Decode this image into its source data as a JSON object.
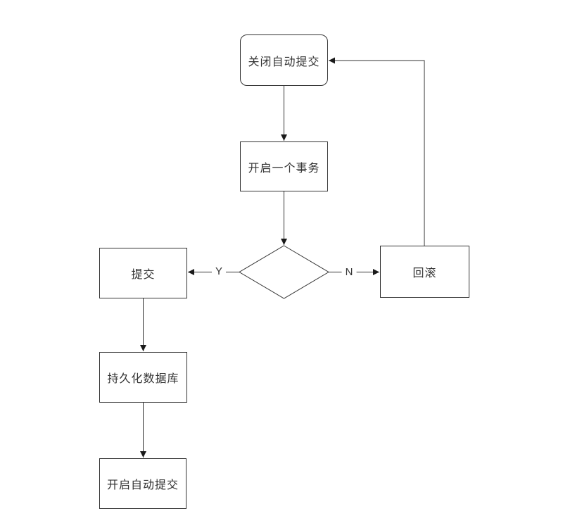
{
  "diagram": {
    "title": "transaction-commit-flowchart",
    "colors": {
      "background": "#ffffff",
      "stroke": "#333333",
      "text": "#333333",
      "arrowhead": "#1a1a1a"
    },
    "nodes": [
      {
        "id": "close-autocommit",
        "shape": "rounded-rect",
        "label": "关闭自动提交"
      },
      {
        "id": "begin-transaction",
        "shape": "rect",
        "label": "开启一个事务"
      },
      {
        "id": "decision",
        "shape": "diamond",
        "label": ""
      },
      {
        "id": "commit",
        "shape": "rect",
        "label": "提交"
      },
      {
        "id": "rollback",
        "shape": "rect",
        "label": "回滚"
      },
      {
        "id": "persist-database",
        "shape": "rect",
        "label": "持久化数据库"
      },
      {
        "id": "enable-autocommit",
        "shape": "rect",
        "label": "开启自动提交"
      }
    ],
    "edges": [
      {
        "from": "close-autocommit",
        "to": "begin-transaction",
        "label": ""
      },
      {
        "from": "begin-transaction",
        "to": "decision",
        "label": ""
      },
      {
        "from": "decision",
        "to": "commit",
        "label": "Y"
      },
      {
        "from": "decision",
        "to": "rollback",
        "label": "N"
      },
      {
        "from": "rollback",
        "to": "close-autocommit",
        "label": ""
      },
      {
        "from": "commit",
        "to": "persist-database",
        "label": ""
      },
      {
        "from": "persist-database",
        "to": "enable-autocommit",
        "label": ""
      }
    ]
  }
}
